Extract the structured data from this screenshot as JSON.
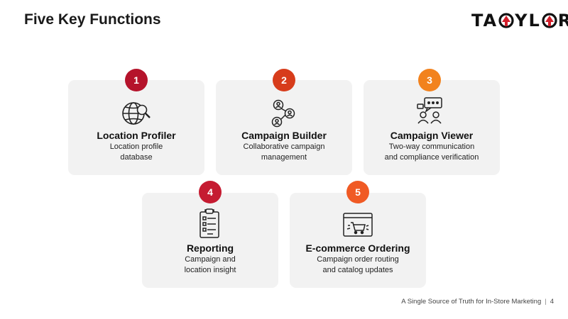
{
  "slide": {
    "title": "Five Key Functions",
    "logo_text_left": "TA",
    "logo_text_mid": "YL",
    "logo_text_right": "R",
    "footer_text": "A Single Source of Truth for In-Store Marketing",
    "page_number": "4"
  },
  "colors": {
    "badge_1": "#b5132b",
    "badge_2": "#d73c1b",
    "badge_3": "#f2821d",
    "badge_4": "#c51b31",
    "badge_5": "#f05a24",
    "logo_accent": "#d21f2b"
  },
  "cards": [
    {
      "number": "1",
      "icon": "globe-search-icon",
      "title": "Location Profiler",
      "desc_line1": "Location profile",
      "desc_line2": "database"
    },
    {
      "number": "2",
      "icon": "collaboration-network-icon",
      "title": "Campaign Builder",
      "desc_line1": "Collaborative campaign",
      "desc_line2": "management"
    },
    {
      "number": "3",
      "icon": "chat-people-icon",
      "title": "Campaign Viewer",
      "desc_line1": "Two-way communication",
      "desc_line2": "and compliance verification"
    },
    {
      "number": "4",
      "icon": "clipboard-checklist-icon",
      "title": "Reporting",
      "desc_line1": "Campaign and",
      "desc_line2": "location insight"
    },
    {
      "number": "5",
      "icon": "ecommerce-cart-icon",
      "title": "E-commerce Ordering",
      "desc_line1": "Campaign order routing",
      "desc_line2": "and catalog updates"
    }
  ]
}
